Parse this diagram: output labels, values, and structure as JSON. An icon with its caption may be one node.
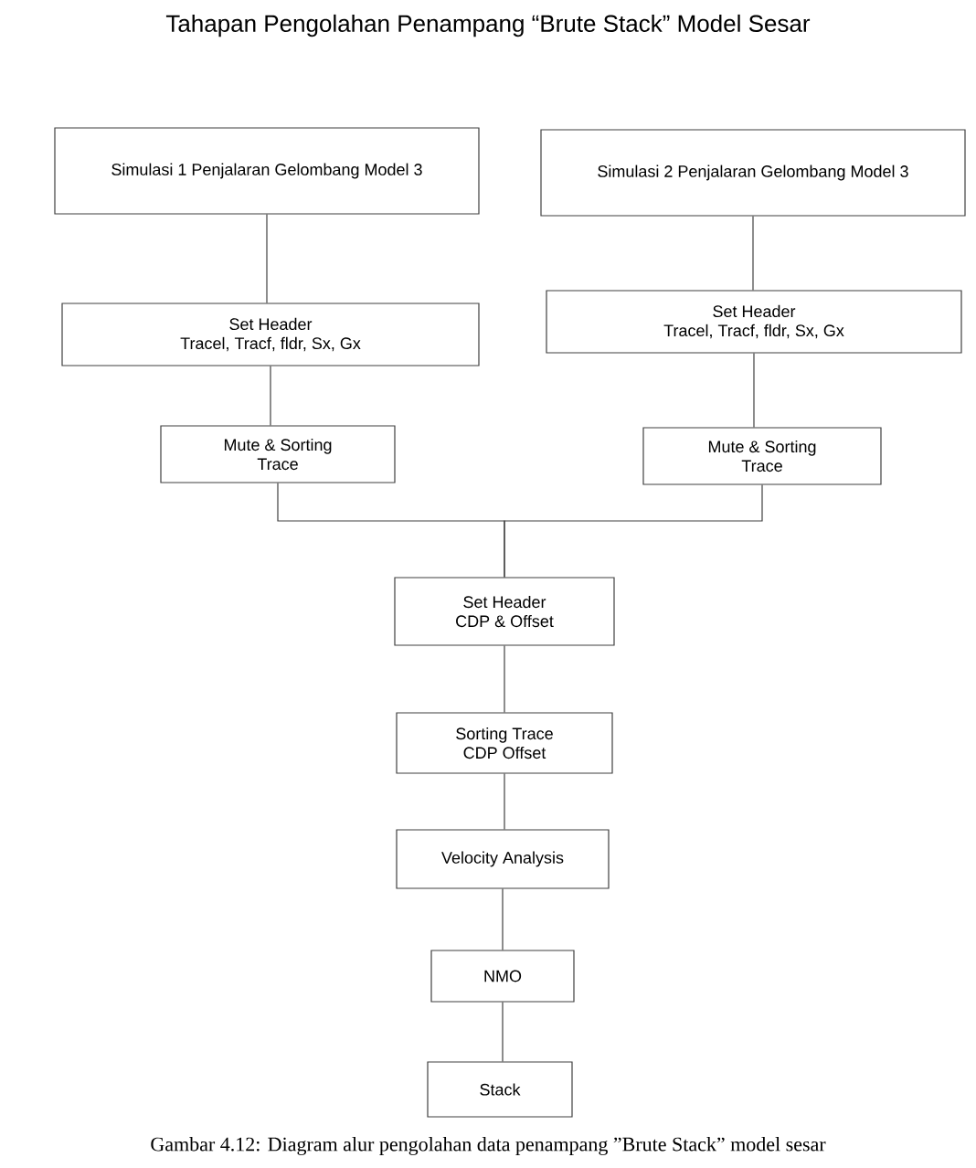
{
  "diagram": {
    "title": "Tahapan Pengolahan Penampang “Brute Stack” Model Sesar",
    "caption": "Gambar 4.12: Diagram alur pengolahan data penampang ”Brute Stack” model sesar",
    "nodes": [
      {
        "text": [
          "Simulasi 1 Penjalaran Gelombang Model 3"
        ]
      },
      {
        "text": [
          "Simulasi 2 Penjalaran Gelombang Model 3"
        ]
      },
      {
        "text": [
          "Set Header",
          "Tracel, Tracf, fldr, Sx, Gx"
        ]
      },
      {
        "text": [
          "Set Header",
          "Tracel, Tracf, fldr, Sx, Gx"
        ]
      },
      {
        "text": [
          "Mute & Sorting",
          "Trace"
        ]
      },
      {
        "text": [
          "Mute & Sorting",
          "Trace"
        ]
      },
      {
        "text": [
          "Set Header",
          "CDP & Offset"
        ]
      },
      {
        "text": [
          "Sorting Trace",
          "CDP Offset"
        ]
      },
      {
        "text": [
          "Velocity Analysis"
        ]
      },
      {
        "text": [
          "NMO"
        ]
      },
      {
        "text": [
          "Stack"
        ]
      }
    ],
    "edges": [
      {
        "from": 0,
        "to": 2,
        "arrow": "none"
      },
      {
        "from": 1,
        "to": 3,
        "arrow": "none"
      },
      {
        "from": 2,
        "to": 4,
        "arrow": "none"
      },
      {
        "from": 3,
        "to": 5,
        "arrow": "none"
      },
      {
        "from": 4,
        "to": 6,
        "arrow": "none"
      },
      {
        "from": 5,
        "to": 6,
        "arrow": "none"
      },
      {
        "from": 6,
        "to": 7,
        "arrow": "none"
      },
      {
        "from": 7,
        "to": 8,
        "arrow": "none"
      },
      {
        "from": 8,
        "to": 9,
        "arrow": "none"
      },
      {
        "from": 9,
        "to": 10,
        "arrow": "none"
      }
    ]
  }
}
